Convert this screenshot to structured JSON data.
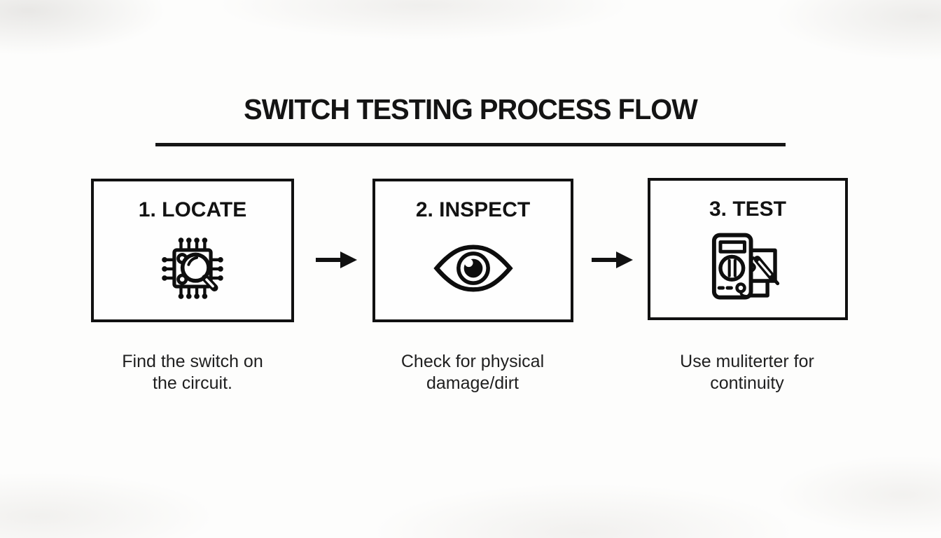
{
  "title": "SWITCH TESTING PROCESS FLOW",
  "steps": [
    {
      "label": "1. LOCATE",
      "icon": "chip-magnifier-icon",
      "caption": "Find the switch on\nthe circuit."
    },
    {
      "label": "2. INSPECT",
      "icon": "eye-icon",
      "caption": "Check for physical\ndamage/dirt"
    },
    {
      "label": "3. TEST",
      "icon": "multimeter-icon",
      "caption": "Use muliterter for\ncontinuity"
    }
  ],
  "colors": {
    "ink": "#141414",
    "box_border": "#111111",
    "box_background": "#fefefe",
    "page_background": "#fdfdfc"
  }
}
